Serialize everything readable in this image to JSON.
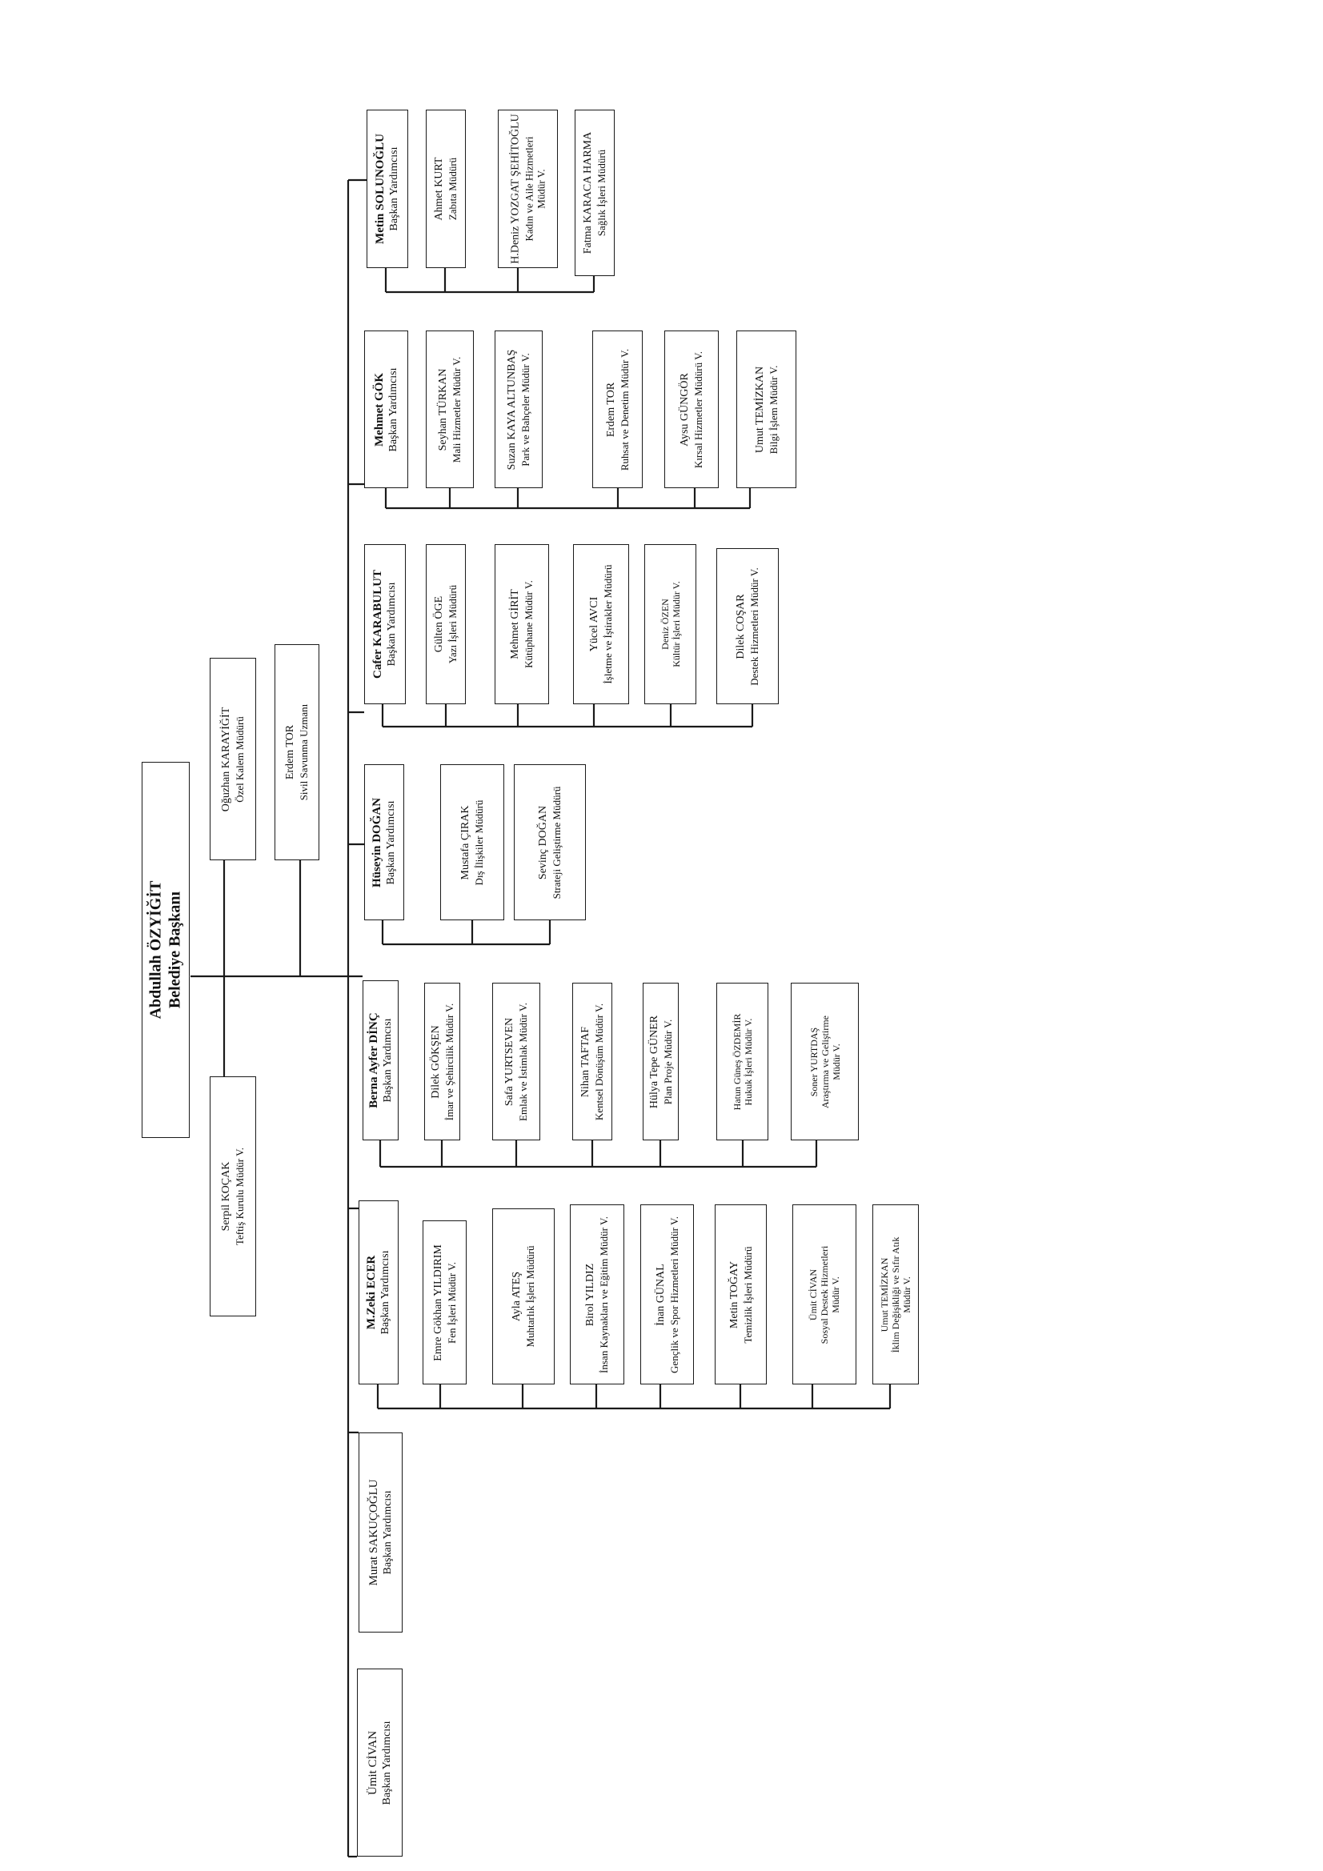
{
  "mayor": {
    "name": "Abdullah ÖZYİĞİT",
    "title": "Belediye Başkanı"
  },
  "staff": [
    {
      "name": "Oğuzhan KARAYİĞİT",
      "title": "Özel Kalem Müdürü"
    },
    {
      "name": "Erdem TOR",
      "title": "Sivil Savunma Uzmanı"
    },
    {
      "name": "Serpil KOÇAK",
      "title": "Teftiş Kurulu Müdür V."
    }
  ],
  "deputies": [
    {
      "name": "Metin SOLUNOĞLU",
      "title": "Başkan Yardımcısı",
      "units": [
        {
          "name": "Ahmet KURT",
          "title": "Zabıta Müdürü"
        },
        {
          "name": "H.Deniz YOZGAT ŞEHİTOĞLU",
          "title": "Kadın ve Aile Hizmetleri",
          "title2": "Müdür V."
        },
        {
          "name": "Fatma KARACA HARMA",
          "title": "Sağlık İşleri Müdürü"
        }
      ]
    },
    {
      "name": "Mehmet GÖK",
      "title": "Başkan Yardımcısı",
      "units": [
        {
          "name": "Seyhan TÜRKAN",
          "title": "Mali Hizmetler Müdür V."
        },
        {
          "name": "Suzan KAYA ALTUNBAŞ",
          "title": "Park ve Bahçeler Müdür V."
        },
        {
          "name": "Erdem TOR",
          "title": "Ruhsat ve Denetim Müdür V."
        },
        {
          "name": "Aysu GÜNGÖR",
          "title": "Kırsal Hizmetler Müdürü V."
        },
        {
          "name": "Umut TEMİZKAN",
          "title": "Bilgi İşlem Müdür V."
        }
      ]
    },
    {
      "name": "Cafer KARABULUT",
      "title": "Başkan Yardımcısı",
      "units": [
        {
          "name": "Gülten ÖGE",
          "title": "Yazı İşleri Müdürü"
        },
        {
          "name": "Mehmet GİRİT",
          "title": "Kütüphane Müdür V."
        },
        {
          "name": "Yücel AVCI",
          "title": "İşletme ve İştirakler Müdürü"
        },
        {
          "name": "Deniz ÖZEN",
          "title": "Kültür İşleri Müdür V."
        },
        {
          "name": "Dilek COŞAR",
          "title": "Destek Hizmetleri Müdür V."
        }
      ]
    },
    {
      "name": "Hüseyin DOĞAN",
      "title": "Başkan Yardımcısı",
      "units": [
        {
          "name": "Mustafa ÇIRAK",
          "title": "Dış İlişkiler Müdürü"
        },
        {
          "name": "Sevinç DOĞAN",
          "title": "Strateji Geliştirme Müdürü"
        }
      ]
    },
    {
      "name": "Berna Ayfer DİNÇ",
      "title": "Başkan Yardımcısı",
      "units": [
        {
          "name": "Dilek GÖKŞEN",
          "title": "İmar ve Şehircilik Müdür V."
        },
        {
          "name": "Safa YURTSEVEN",
          "title": "Emlak ve İstimlak Müdür V."
        },
        {
          "name": "Nihan TAFTAF",
          "title": "Kentsel Dönüşüm Müdür V."
        },
        {
          "name": "Hülya Tepe GÜNER",
          "title": "Plan Proje Müdür V."
        },
        {
          "name": "Hatun Güneş ÖZDEMİR",
          "title": "Hukuk İşleri Müdür V."
        },
        {
          "name": "Soner YURTDAŞ",
          "title": "Araştırma ve Geliştirme",
          "title2": "Müdür V."
        }
      ]
    },
    {
      "name": "M.Zeki ECER",
      "title": "Başkan Yardımcısı",
      "units": [
        {
          "name": "Emre Gökhan YILDIRIM",
          "title": "Fen İşleri Müdür V."
        },
        {
          "name": "Ayla ATEŞ",
          "title": "Muhtarlık İşleri Müdürü"
        },
        {
          "name": "Birol YILDIZ",
          "title": "İnsan Kaynakları ve Eğitim Müdür V."
        },
        {
          "name": "İnan GÜNAL",
          "title": "Gençlik ve Spor Hizmetleri Müdür V."
        },
        {
          "name": "Metin TOĞAY",
          "title": "Temizlik İşleri Müdürü"
        },
        {
          "name": "Ümit CİVAN",
          "title": "Sosyal Destek Hizmetleri",
          "title2": "Müdür V."
        },
        {
          "name": "Umut TEMİZKAN",
          "title": "İklim Değişikliği ve Sıfır Atık",
          "title2": "Müdür V."
        }
      ]
    },
    {
      "name": "Murat SAKUÇOĞLU",
      "title": "Başkan Yardımcısı",
      "units": []
    },
    {
      "name": "Ümit CİVAN",
      "title": "Başkan Yardımcısı",
      "units": []
    }
  ]
}
